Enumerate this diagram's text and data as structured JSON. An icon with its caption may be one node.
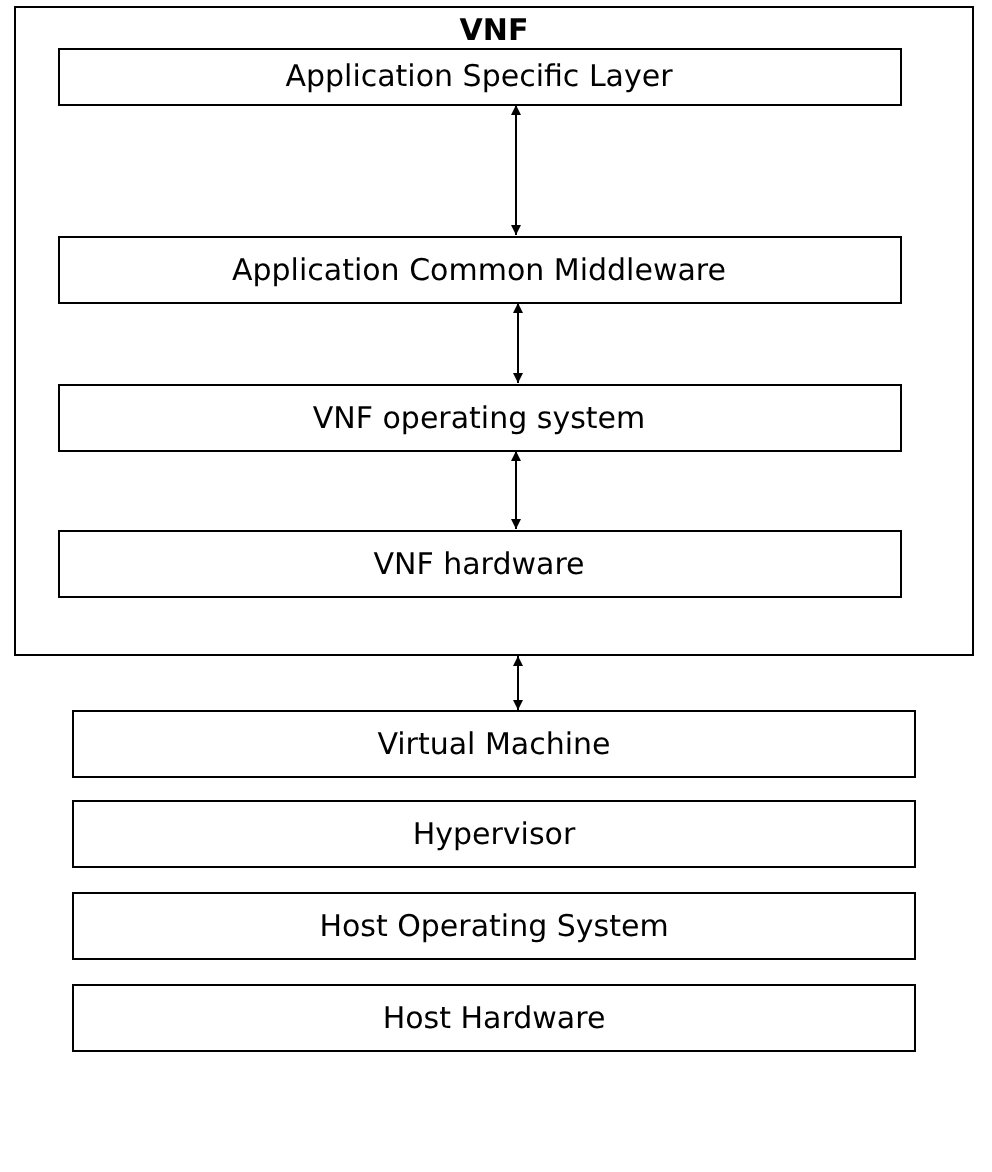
{
  "diagram": {
    "nodes": [
      {
        "text": [
          "VNF"
        ]
      },
      {
        "text": [
          "Application Specific Layer"
        ],
        "in": 0
      },
      {
        "text": [
          "Application Common Middleware"
        ],
        "in": 0
      },
      {
        "text": [
          "VNF operating system"
        ],
        "in": 0
      },
      {
        "text": [
          "VNF hardware"
        ],
        "in": 0
      },
      {
        "text": [
          "Virtual Machine"
        ]
      },
      {
        "text": [
          "Hypervisor"
        ]
      },
      {
        "text": [
          "Host Operating System"
        ]
      },
      {
        "text": [
          "Host Hardware"
        ]
      }
    ],
    "edges": [
      {
        "from": 1,
        "to": 2,
        "arrow": "both"
      },
      {
        "from": 2,
        "to": 3,
        "arrow": "both"
      },
      {
        "from": 3,
        "to": 4,
        "arrow": "both"
      },
      {
        "from": 0,
        "to": 5,
        "arrow": "both"
      }
    ]
  }
}
